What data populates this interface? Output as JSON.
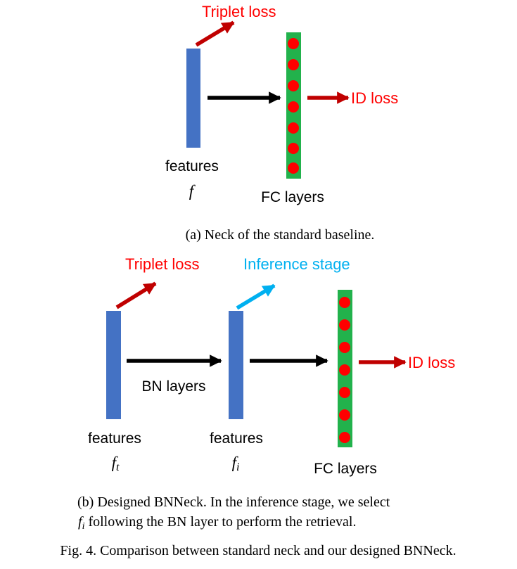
{
  "colors": {
    "feature_bar": "#4472C4",
    "fc_bar": "#22B24C",
    "neuron": "#FF0000",
    "triplet_arrow": "#C00000",
    "inference_arrow": "#00B0F0",
    "flow_arrow": "#000000",
    "loss_text": "#FF0000",
    "inference_text": "#00B0F0",
    "text": "#000000"
  },
  "panel_a": {
    "triplet_loss_label": "Triplet loss",
    "id_loss_label": "ID loss",
    "features_label": "features",
    "features_symbol": "f",
    "fc_layers_label": "FC layers",
    "caption": "(a) Neck of the standard baseline."
  },
  "panel_b": {
    "triplet_loss_label": "Triplet loss",
    "inference_stage_label": "Inference stage",
    "bn_layers_label": "BN layers",
    "id_loss_label": "ID loss",
    "features_t_label": "features",
    "features_t_symbol": "f",
    "features_t_subscript": "t",
    "features_i_label": "features",
    "features_i_symbol": "f",
    "features_i_subscript": "i",
    "fc_layers_label": "FC layers",
    "caption_line1": "(b) Designed BNNeck. In the inference stage, we select",
    "caption_line2_symbol": "f",
    "caption_line2_subscript": "i",
    "caption_line2_rest": " following the BN layer to perform the retrieval."
  },
  "figure_caption": "Fig. 4.  Comparison between standard neck and our designed BNNeck."
}
